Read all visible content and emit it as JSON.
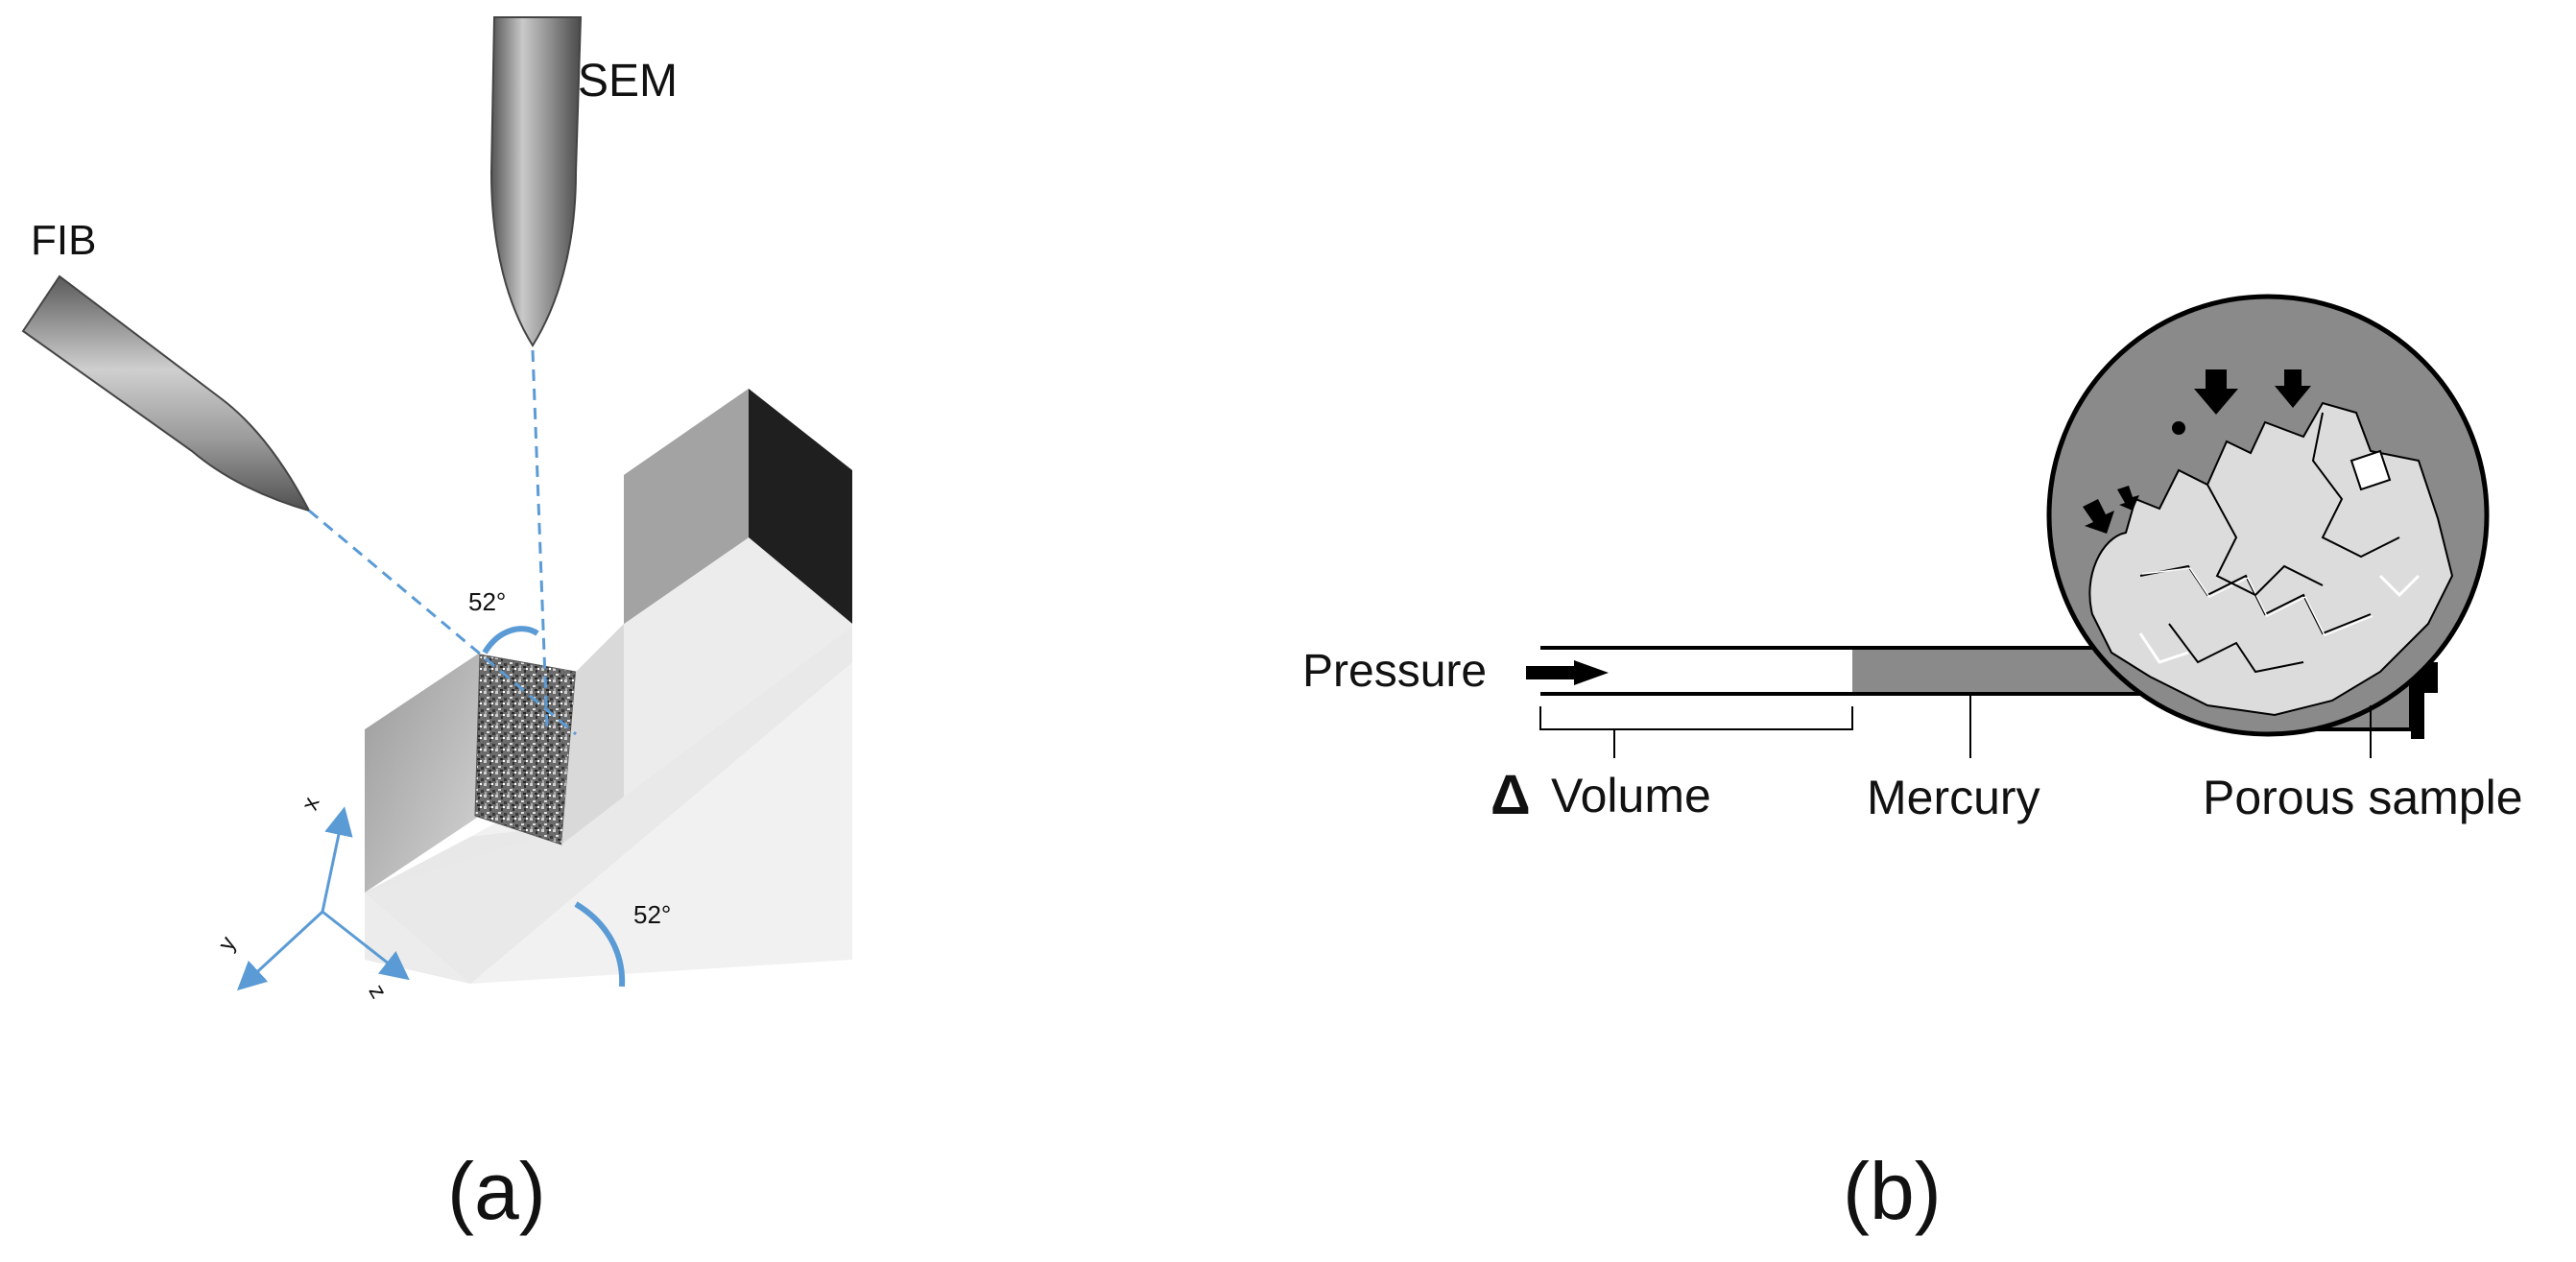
{
  "panel_a": {
    "caption": "(a)",
    "sem_label": "SEM",
    "fib_label": "FIB",
    "angle_top": "52°",
    "angle_bottom": "52°",
    "axis_x": "x",
    "axis_y": "y",
    "axis_z": "z",
    "beam_color": "#5b9bd5"
  },
  "panel_b": {
    "caption": "(b)",
    "pressure_label": "Pressure",
    "delta_symbol": "Δ",
    "volume_label": "Volume",
    "mercury_label": "Mercury",
    "porous_label": "Porous sample",
    "mercury_color": "#8a8a8a"
  }
}
